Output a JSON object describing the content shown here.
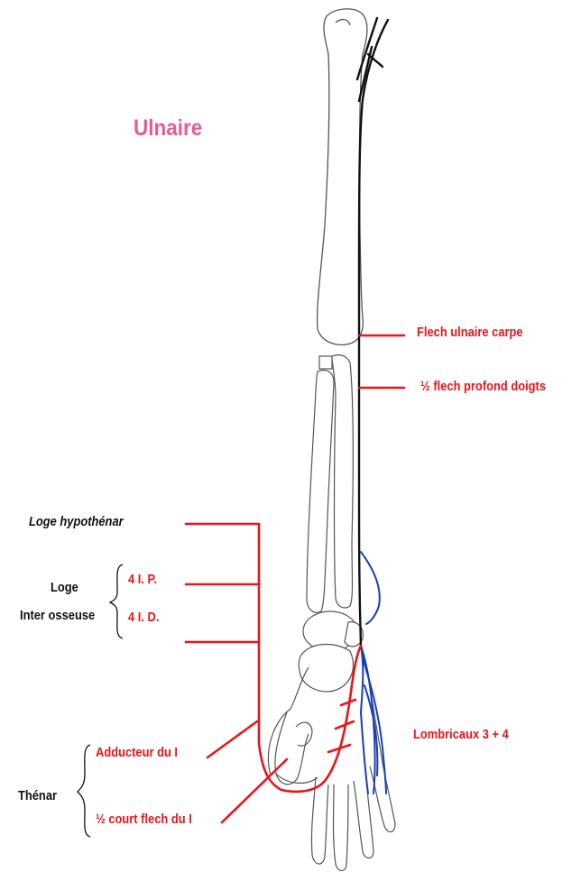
{
  "title": {
    "text": "Ulnaire",
    "color": "#e85a94"
  },
  "colors": {
    "nerve_main": "#111111",
    "label_red": "#e8141b",
    "branch_blue": "#1a3fb4",
    "bone_outline": "#555555"
  },
  "labels": {
    "flech_ulnaire_carpe": "Flech ulnaire carpe",
    "flech_profond_doigts": "½ flech profond doigts",
    "loge_hypothenar": "Loge hypothénar",
    "loge": "Loge",
    "inter_osseuse": "Inter osseuse",
    "ip": "4 I. P.",
    "id": "4 I. D.",
    "adducteur": "Adducteur du I",
    "court_flech": "½ court flech du I",
    "thenar": "Thénar",
    "lombricaux": "Lombricaux 3 + 4"
  }
}
